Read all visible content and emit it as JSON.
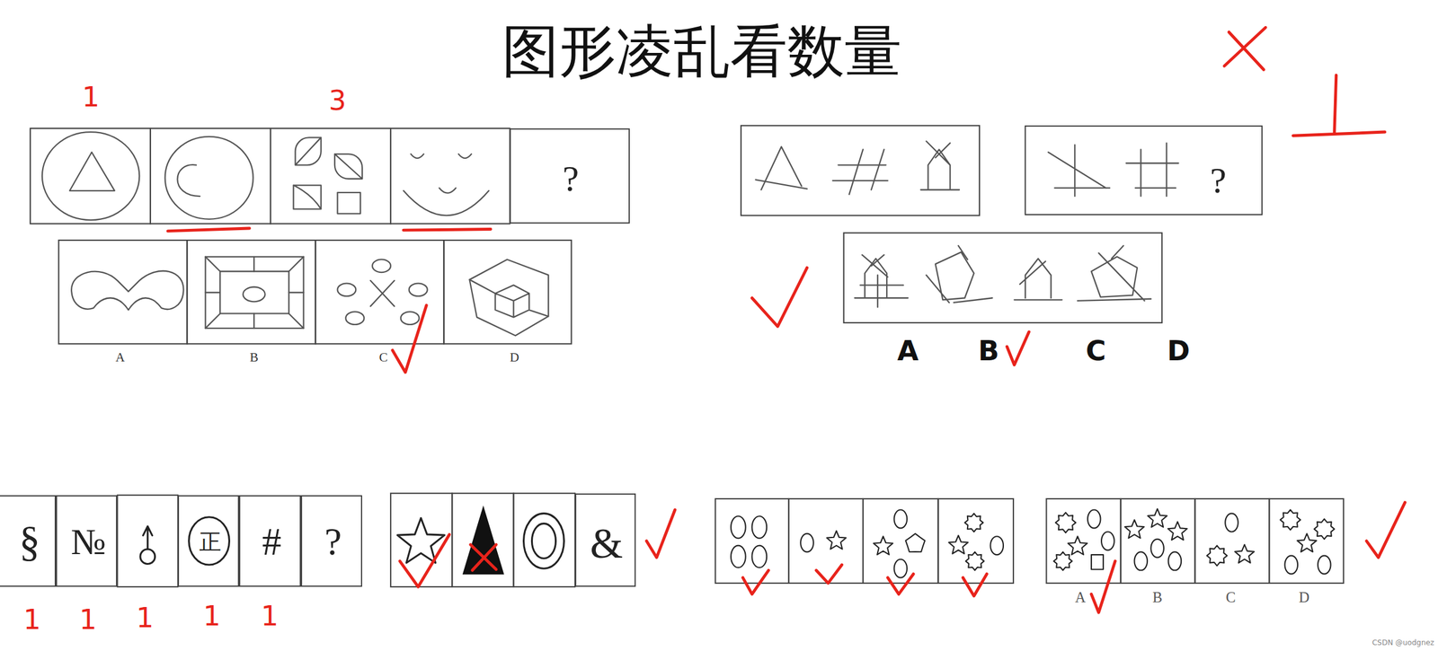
{
  "diagram": {
    "title": "图形凌乱看数量",
    "nodes": [
      {
        "text": [
          "?"
        ]
      },
      {
        "text": [
          "?"
        ]
      },
      {
        "text": [
          "§"
        ]
      },
      {
        "text": [
          "№"
        ]
      },
      {
        "text": [
          "正"
        ]
      },
      {
        "text": [
          "#"
        ]
      },
      {
        "text": [
          "?"
        ]
      },
      {
        "text": [
          "&"
        ]
      }
    ],
    "labels": [
      "1",
      "3",
      "A",
      "B",
      "C",
      "D",
      "A",
      "B",
      "C",
      "D",
      "1",
      "1",
      "1",
      "1",
      "1",
      "A",
      "B",
      "C",
      "D",
      "CSDN @uodgnez"
    ]
  }
}
